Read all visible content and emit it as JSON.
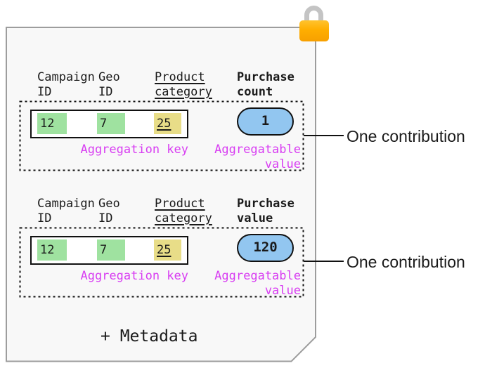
{
  "colors": {
    "paper_bg": "#f8f8f8",
    "paper_border": "#9d9d9d",
    "green": "#9fe2a0",
    "yellow": "#e8dd88",
    "blue": "#92c6f0",
    "magenta": "#d83df2",
    "lock_orange": "#ffae00",
    "lock_orange_light": "#ffc32e",
    "lock_shackle": "#c4c4c4",
    "line": "#111111",
    "text": "#1a1a1a"
  },
  "icons": {
    "top_right": "lock"
  },
  "sections": [
    {
      "headers": [
        {
          "text": "Campaign\nID"
        },
        {
          "text": "Geo\nID"
        },
        {
          "text": "Product\ncategory"
        },
        {
          "text": "Purchase\ncount"
        }
      ],
      "key_cells": [
        {
          "value": "12"
        },
        {
          "value": "7"
        },
        {
          "value": "25"
        }
      ],
      "key_label": "Aggregation key",
      "value": "1",
      "value_label": "Aggregatable\nvalue",
      "callout": "One contribution"
    },
    {
      "headers": [
        {
          "text": "Campaign\nID"
        },
        {
          "text": "Geo\nID"
        },
        {
          "text": "Product\ncategory"
        },
        {
          "text": "Purchase\nvalue"
        }
      ],
      "key_cells": [
        {
          "value": "12"
        },
        {
          "value": "7"
        },
        {
          "value": "25"
        }
      ],
      "key_label": "Aggregation key",
      "value": "120",
      "value_label": "Aggregatable\nvalue",
      "callout": "One contribution"
    }
  ],
  "footer": "+ Metadata"
}
